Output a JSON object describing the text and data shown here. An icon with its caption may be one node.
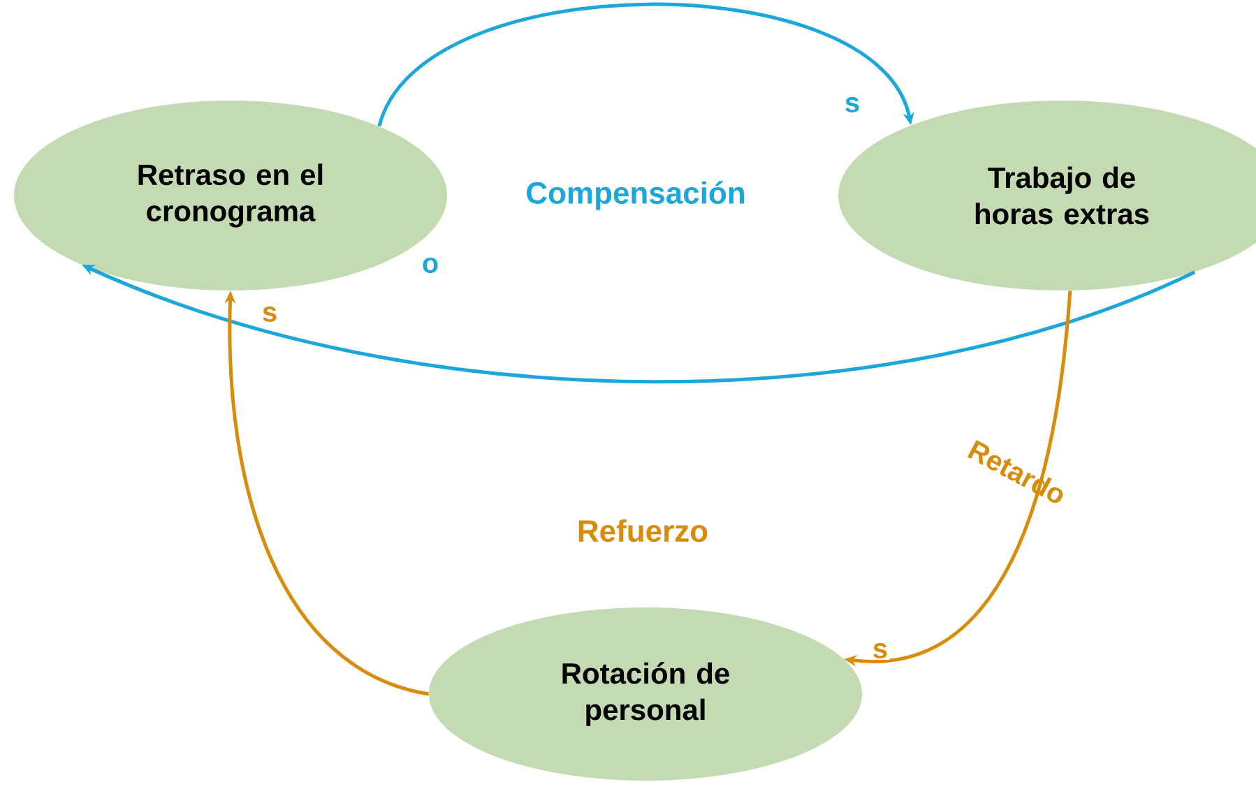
{
  "diagram": {
    "nodes": [
      {
        "text": [
          "Retraso en el cronograma"
        ]
      },
      {
        "text": [
          "Trabajo de horas extras"
        ]
      },
      {
        "text": [
          "Rotación de personal"
        ]
      }
    ],
    "edges": [
      {
        "from": 0,
        "to": 1,
        "arrow": "to",
        "label": "s",
        "color": "#1ba6dc"
      },
      {
        "from": 1,
        "to": 0,
        "arrow": "to",
        "label": "o",
        "color": "#1ba6dc"
      },
      {
        "from": 1,
        "to": 2,
        "arrow": "to",
        "label": "s",
        "color": "#d98c0a"
      },
      {
        "from": 2,
        "to": 0,
        "arrow": "to",
        "label": "s",
        "color": "#d98c0a"
      }
    ],
    "labels": [
      "Compensación",
      "Retardo",
      "Refuerzo"
    ]
  }
}
